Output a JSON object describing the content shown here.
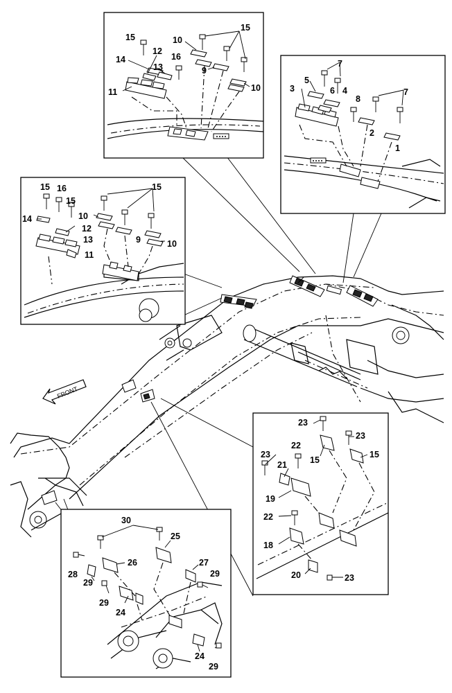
{
  "front_label": "FRONT",
  "labels": [
    {
      "id": "l15a",
      "text": "15"
    },
    {
      "id": "l10a",
      "text": "10"
    },
    {
      "id": "l15b",
      "text": "15"
    },
    {
      "id": "l14a",
      "text": "14"
    },
    {
      "id": "l12a",
      "text": "12"
    },
    {
      "id": "l16a",
      "text": "16"
    },
    {
      "id": "l13a",
      "text": "13"
    },
    {
      "id": "l9a",
      "text": "9"
    },
    {
      "id": "l11a",
      "text": "11"
    },
    {
      "id": "l10b",
      "text": "10"
    },
    {
      "id": "l7a",
      "text": "7"
    },
    {
      "id": "l5",
      "text": "5"
    },
    {
      "id": "l3",
      "text": "3"
    },
    {
      "id": "l6",
      "text": "6"
    },
    {
      "id": "l4",
      "text": "4"
    },
    {
      "id": "l8",
      "text": "8"
    },
    {
      "id": "l7b",
      "text": "7"
    },
    {
      "id": "l2",
      "text": "2"
    },
    {
      "id": "l1",
      "text": "1"
    },
    {
      "id": "l15c",
      "text": "15"
    },
    {
      "id": "l16b",
      "text": "16"
    },
    {
      "id": "l15d",
      "text": "15"
    },
    {
      "id": "l15e",
      "text": "15"
    },
    {
      "id": "l14b",
      "text": "14"
    },
    {
      "id": "l10c",
      "text": "10"
    },
    {
      "id": "l12b",
      "text": "12"
    },
    {
      "id": "l13b",
      "text": "13"
    },
    {
      "id": "l9b",
      "text": "9"
    },
    {
      "id": "l11b",
      "text": "11"
    },
    {
      "id": "l10d",
      "text": "10"
    },
    {
      "id": "l23a",
      "text": "23"
    },
    {
      "id": "l23b",
      "text": "23"
    },
    {
      "id": "l22a",
      "text": "22"
    },
    {
      "id": "l15f",
      "text": "15"
    },
    {
      "id": "l15g",
      "text": "15"
    },
    {
      "id": "l23c",
      "text": "23"
    },
    {
      "id": "l21",
      "text": "21"
    },
    {
      "id": "l19",
      "text": "19"
    },
    {
      "id": "l22b",
      "text": "22"
    },
    {
      "id": "l18",
      "text": "18"
    },
    {
      "id": "l20",
      "text": "20"
    },
    {
      "id": "l23d",
      "text": "23"
    },
    {
      "id": "l30",
      "text": "30"
    },
    {
      "id": "l25",
      "text": "25"
    },
    {
      "id": "l26",
      "text": "26"
    },
    {
      "id": "l27",
      "text": "27"
    },
    {
      "id": "l29a",
      "text": "29"
    },
    {
      "id": "l28",
      "text": "28"
    },
    {
      "id": "l29b",
      "text": "29"
    },
    {
      "id": "l29c",
      "text": "29"
    },
    {
      "id": "l24a",
      "text": "24"
    },
    {
      "id": "l24b",
      "text": "24"
    },
    {
      "id": "l29d",
      "text": "29"
    }
  ]
}
